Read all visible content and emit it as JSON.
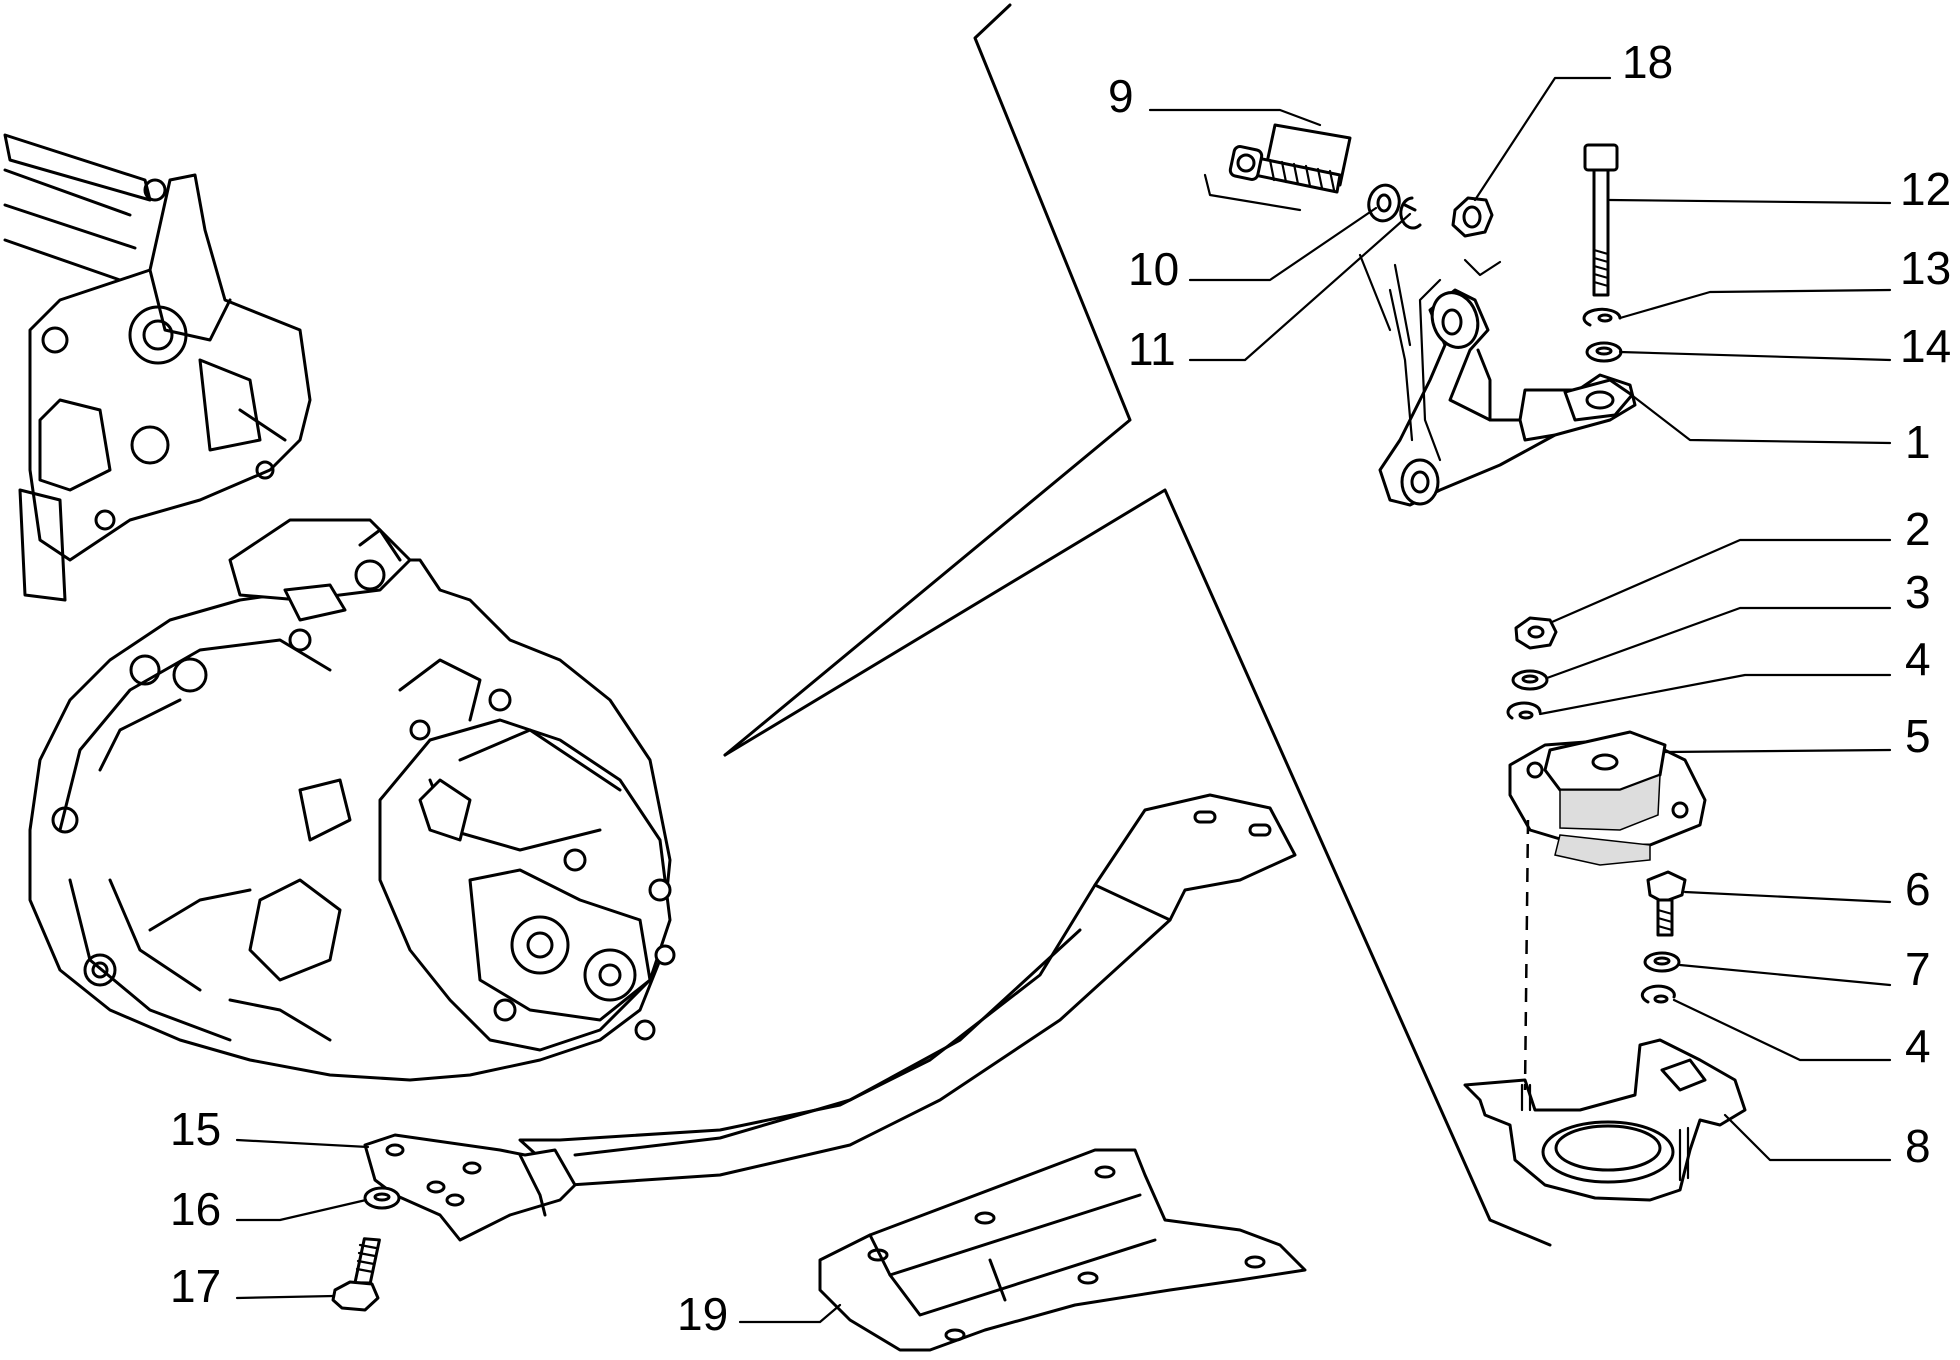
{
  "diagram": {
    "type": "exploded-parts-diagram",
    "callouts": [
      {
        "id": "1",
        "label": "1"
      },
      {
        "id": "2",
        "label": "2"
      },
      {
        "id": "3",
        "label": "3"
      },
      {
        "id": "4a",
        "label": "4"
      },
      {
        "id": "5",
        "label": "5"
      },
      {
        "id": "6",
        "label": "6"
      },
      {
        "id": "7",
        "label": "7"
      },
      {
        "id": "4b",
        "label": "4"
      },
      {
        "id": "8",
        "label": "8"
      },
      {
        "id": "9",
        "label": "9"
      },
      {
        "id": "10",
        "label": "10"
      },
      {
        "id": "11",
        "label": "11"
      },
      {
        "id": "12",
        "label": "12"
      },
      {
        "id": "13",
        "label": "13"
      },
      {
        "id": "14",
        "label": "14"
      },
      {
        "id": "15",
        "label": "15"
      },
      {
        "id": "16",
        "label": "16"
      },
      {
        "id": "17",
        "label": "17"
      },
      {
        "id": "18",
        "label": "18"
      },
      {
        "id": "19",
        "label": "19"
      }
    ]
  }
}
